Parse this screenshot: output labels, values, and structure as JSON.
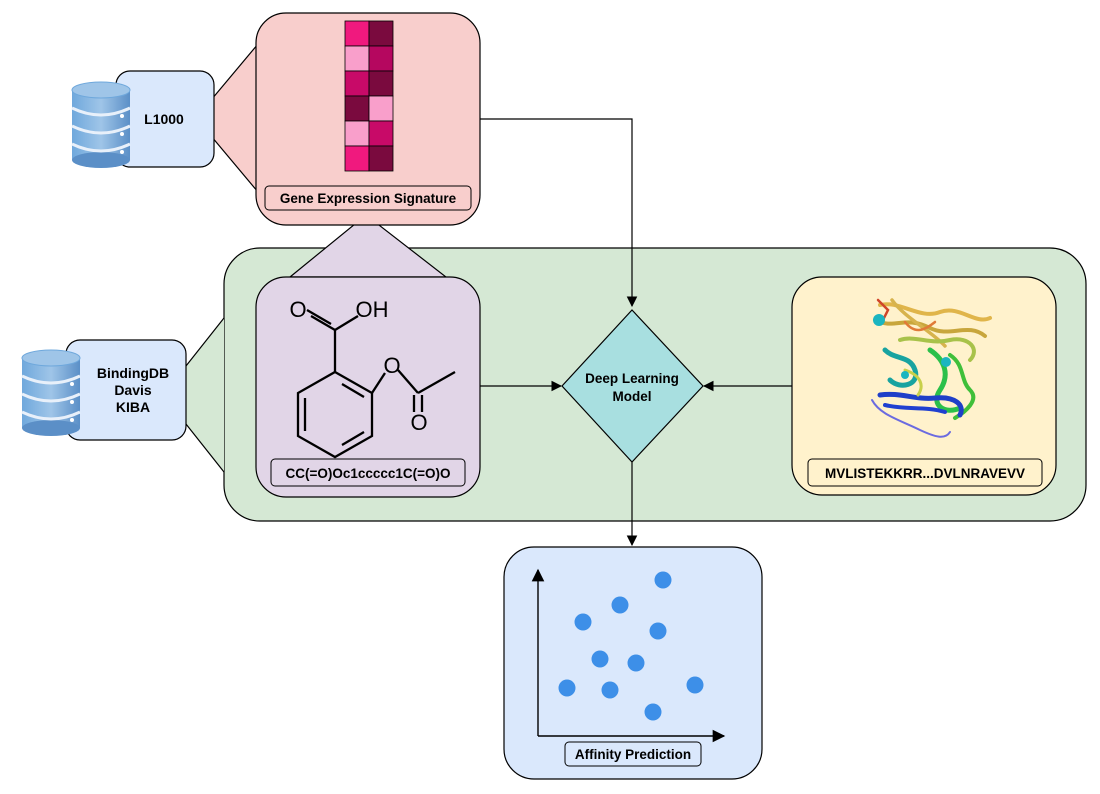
{
  "databases": {
    "l1000": {
      "label": "L1000",
      "icon": "database-icon"
    },
    "binding": {
      "lines": [
        "BindingDB",
        "Davis",
        "KIBA"
      ],
      "icon": "database-icon"
    }
  },
  "gene_panel": {
    "caption": "Gene Expression Signature",
    "heatmap": {
      "rows": 6,
      "cols": 2,
      "cell_colors": [
        [
          "#f0197e",
          "#7a0a3e"
        ],
        [
          "#f99fcb",
          "#b5075f"
        ],
        [
          "#c80a68",
          "#7a0a3e"
        ],
        [
          "#7a0a3e",
          "#f99fcb"
        ],
        [
          "#f99fcb",
          "#c80a68"
        ],
        [
          "#f0197e",
          "#7a0a3e"
        ]
      ]
    }
  },
  "drug_panel": {
    "caption": "CC(=O)Oc1ccccc1C(=O)O",
    "atoms": {
      "hydroxyl": "OH",
      "carbonyl_o": "O",
      "ester_o": "O",
      "acetyl_o": "O"
    }
  },
  "protein_panel": {
    "caption": "MVLISTEKKRR...DVLNRAVEVV",
    "icon": "protein-structure-icon"
  },
  "model": {
    "lines": [
      "Deep Learning",
      "Model"
    ]
  },
  "prediction_panel": {
    "caption": "Affinity Prediction",
    "icon": "scatter-plot-icon"
  },
  "colors": {
    "gene_fill": "#f8cecc",
    "drug_fill": "#e1d5e7",
    "protein_fill": "#fff2cc",
    "group_fill": "#d5e8d4",
    "db_fill": "#dae8fc",
    "model_fill": "#a8dfe0",
    "prediction_fill": "#dae8fc",
    "point_color": "#3d8fe8",
    "cylinder_color": "#5b9bd5"
  }
}
